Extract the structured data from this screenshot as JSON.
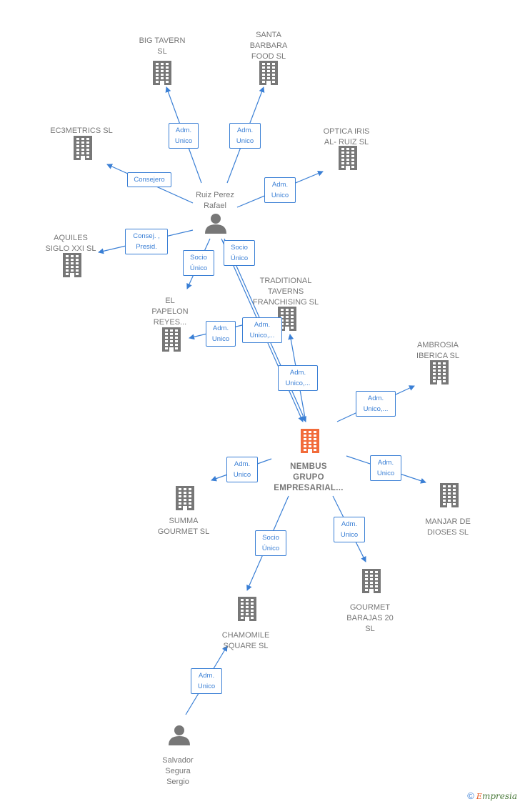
{
  "colors": {
    "edge": "#3a7fd5",
    "node": "#777777",
    "main_node": "#f26b3a"
  },
  "nodes": [
    {
      "id": "big_tavern",
      "label": "BIG TAVERN\nSL",
      "icon": "building-icon"
    },
    {
      "id": "santa_barbara",
      "label": "SANTA\nBARBARA\nFOOD SL",
      "icon": "building-icon"
    },
    {
      "id": "ec3metrics",
      "label": "EC3METRICS SL",
      "icon": "building-icon"
    },
    {
      "id": "optica_iris",
      "label": "OPTICA IRIS\nAL- RUIZ  SL",
      "icon": "building-icon"
    },
    {
      "id": "ruiz_perez",
      "label": "Ruiz Perez\nRafael",
      "icon": "person-icon"
    },
    {
      "id": "aquiles",
      "label": "AQUILES\nSIGLO XXI  SL",
      "icon": "building-icon"
    },
    {
      "id": "traditional",
      "label": "TRADITIONAL\nTAVERNS\nFRANCHISING SL",
      "icon": "building-icon"
    },
    {
      "id": "el_papelon",
      "label": "EL\nPAPELON\nREYES...",
      "icon": "building-icon"
    },
    {
      "id": "ambrosia",
      "label": "AMBROSIA\nIBERICA  SL",
      "icon": "building-icon"
    },
    {
      "id": "nembus",
      "label": "NEMBUS\nGRUPO\nEMPRESARIAL...",
      "icon": "building-icon",
      "main": true
    },
    {
      "id": "summa",
      "label": "SUMMA\nGOURMET  SL",
      "icon": "building-icon"
    },
    {
      "id": "manjar",
      "label": "MANJAR DE\nDIOSES  SL",
      "icon": "building-icon"
    },
    {
      "id": "gourmet_barajas",
      "label": "GOURMET\nBARAJAS 20\nSL",
      "icon": "building-icon"
    },
    {
      "id": "chamomile",
      "label": "CHAMOMILE\nSQUARE  SL",
      "icon": "building-icon"
    },
    {
      "id": "salvador",
      "label": "Salvador\nSegura\nSergio",
      "icon": "person-icon"
    }
  ],
  "edges": [
    {
      "from": "ruiz_perez",
      "to": "big_tavern",
      "label": "Adm.\nUnico"
    },
    {
      "from": "ruiz_perez",
      "to": "santa_barbara",
      "label": "Adm.\nUnico"
    },
    {
      "from": "ruiz_perez",
      "to": "ec3metrics",
      "label": "Consejero"
    },
    {
      "from": "ruiz_perez",
      "to": "optica_iris",
      "label": "Adm.\nUnico"
    },
    {
      "from": "ruiz_perez",
      "to": "aquiles",
      "label": "Consej. ,\nPresid."
    },
    {
      "from": "ruiz_perez",
      "to": "el_papelon",
      "label": "Socio\nÚnico"
    },
    {
      "from": "ruiz_perez",
      "to": "nembus",
      "label": "Socio\nÚnico"
    },
    {
      "from": "traditional",
      "to": "el_papelon",
      "label": "Adm.\nUnico"
    },
    {
      "from": "ruiz_perez",
      "to": "nembus",
      "label": "Adm.\nUnico,..."
    },
    {
      "from": "nembus",
      "to": "traditional",
      "label": "Adm.\nUnico,..."
    },
    {
      "from": "nembus",
      "to": "ambrosia",
      "label": "Adm.\nUnico,..."
    },
    {
      "from": "nembus",
      "to": "summa",
      "label": "Adm.\nUnico"
    },
    {
      "from": "nembus",
      "to": "manjar",
      "label": "Adm.\nUnico"
    },
    {
      "from": "nembus",
      "to": "gourmet_barajas",
      "label": "Adm.\nUnico"
    },
    {
      "from": "nembus",
      "to": "chamomile",
      "label": "Socio\nÚnico"
    },
    {
      "from": "salvador",
      "to": "chamomile",
      "label": "Adm.\nUnico"
    }
  ],
  "footer": {
    "copyright": "©",
    "brand_initial": "E",
    "brand_rest": "mpresia"
  }
}
